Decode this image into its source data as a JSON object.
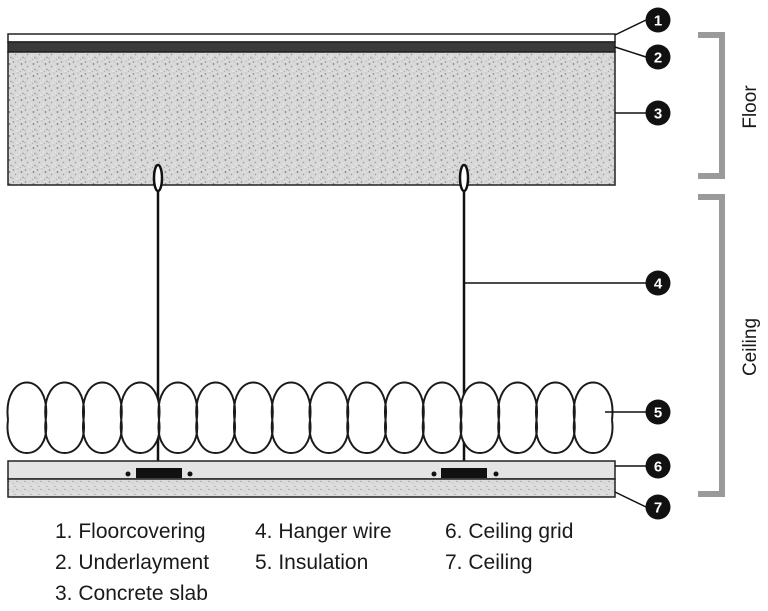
{
  "callouts": [
    {
      "number": "1"
    },
    {
      "number": "2"
    },
    {
      "number": "3"
    },
    {
      "number": "4"
    },
    {
      "number": "5"
    },
    {
      "number": "6"
    },
    {
      "number": "7"
    }
  ],
  "brackets": {
    "floor": "Floor",
    "ceiling": "Ceiling"
  },
  "legend": [
    "1. Floorcovering",
    "2. Underlayment",
    "3. Concrete slab",
    "4. Hanger wire",
    "5. Insulation",
    "6. Ceiling grid",
    "7. Ceiling"
  ],
  "colors": {
    "badge": "#111111",
    "bracket": "#9a9a9a",
    "underlayment": "#3a3a3a",
    "slab_base": "#d6d6d6",
    "ceiling_grid": "#d9d9d9"
  }
}
